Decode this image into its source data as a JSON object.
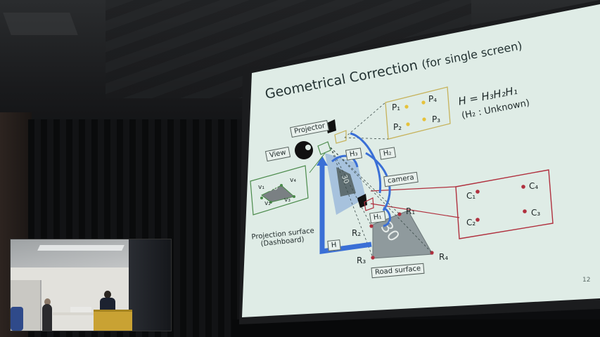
{
  "scene": {
    "description_label": "lecture-hall"
  },
  "slide": {
    "title": "Geometrical Correction",
    "title_sub": "(for single screen)",
    "formula": "H = H₃H₂H₁",
    "formula_note": "(H₂ : Unknown)",
    "page_number": "12",
    "labels": {
      "projector": "Projector",
      "view": "View",
      "camera": "camera",
      "projection_surface_line1": "Projection surface",
      "projection_surface_line2": "(Dashboard)",
      "road_surface": "Road surface",
      "h1": "H₁",
      "h2": "H₂",
      "h3": "H₃",
      "h": "H",
      "speed_value": "30"
    },
    "points_p": [
      "P₁",
      "P₄",
      "P₂",
      "P₃"
    ],
    "points_c": [
      "C₁",
      "C₄",
      "C₂",
      "C₃"
    ],
    "points_r": [
      "R₁",
      "R₂",
      "R₃",
      "R₄"
    ],
    "points_v": [
      "v₁",
      "v₄",
      "v₂",
      "v₃"
    ]
  },
  "colors": {
    "slide_bg": "#dfece6",
    "accent_blue": "#3a6fd6",
    "accent_red": "#b0303e",
    "point_yellow": "#e6c23a"
  }
}
